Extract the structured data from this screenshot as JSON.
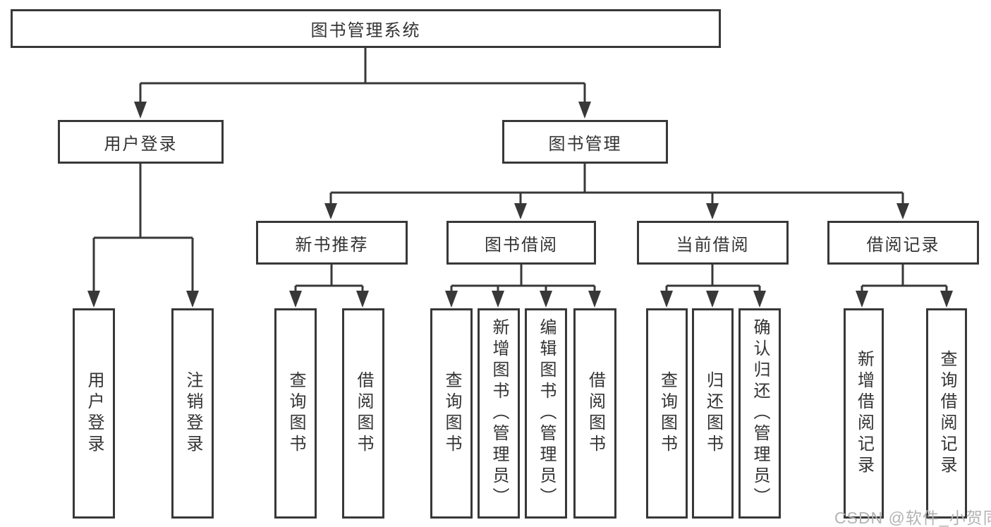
{
  "colors": {
    "background": "#ffffff",
    "line": "#383838",
    "box_border": "#383838",
    "text": "#333333",
    "watermark": "#b3b3b3"
  },
  "watermark": {
    "text": "CSDN @软件_小贺同学"
  },
  "diagram": {
    "type": "hierarchy-tree",
    "root": {
      "label": "图书管理系统",
      "children": [
        {
          "label": "用户登录",
          "children": [
            {
              "label": "用户登录"
            },
            {
              "label": "注销登录"
            }
          ]
        },
        {
          "label": "图书管理",
          "children": [
            {
              "label": "新书推荐",
              "children": [
                {
                  "label": "查询图书"
                },
                {
                  "label": "借阅图书"
                }
              ]
            },
            {
              "label": "图书借阅",
              "children": [
                {
                  "label": "查询图书"
                },
                {
                  "label": "新增图书（管理员）"
                },
                {
                  "label": "编辑图书（管理员）"
                },
                {
                  "label": "借阅图书"
                }
              ]
            },
            {
              "label": "当前借阅",
              "children": [
                {
                  "label": "查询图书"
                },
                {
                  "label": "归还图书"
                },
                {
                  "label": "确认归还（管理员）"
                }
              ]
            },
            {
              "label": "借阅记录",
              "children": [
                {
                  "label": "新增借阅记录"
                },
                {
                  "label": "查询借阅记录"
                }
              ]
            }
          ]
        }
      ]
    }
  }
}
